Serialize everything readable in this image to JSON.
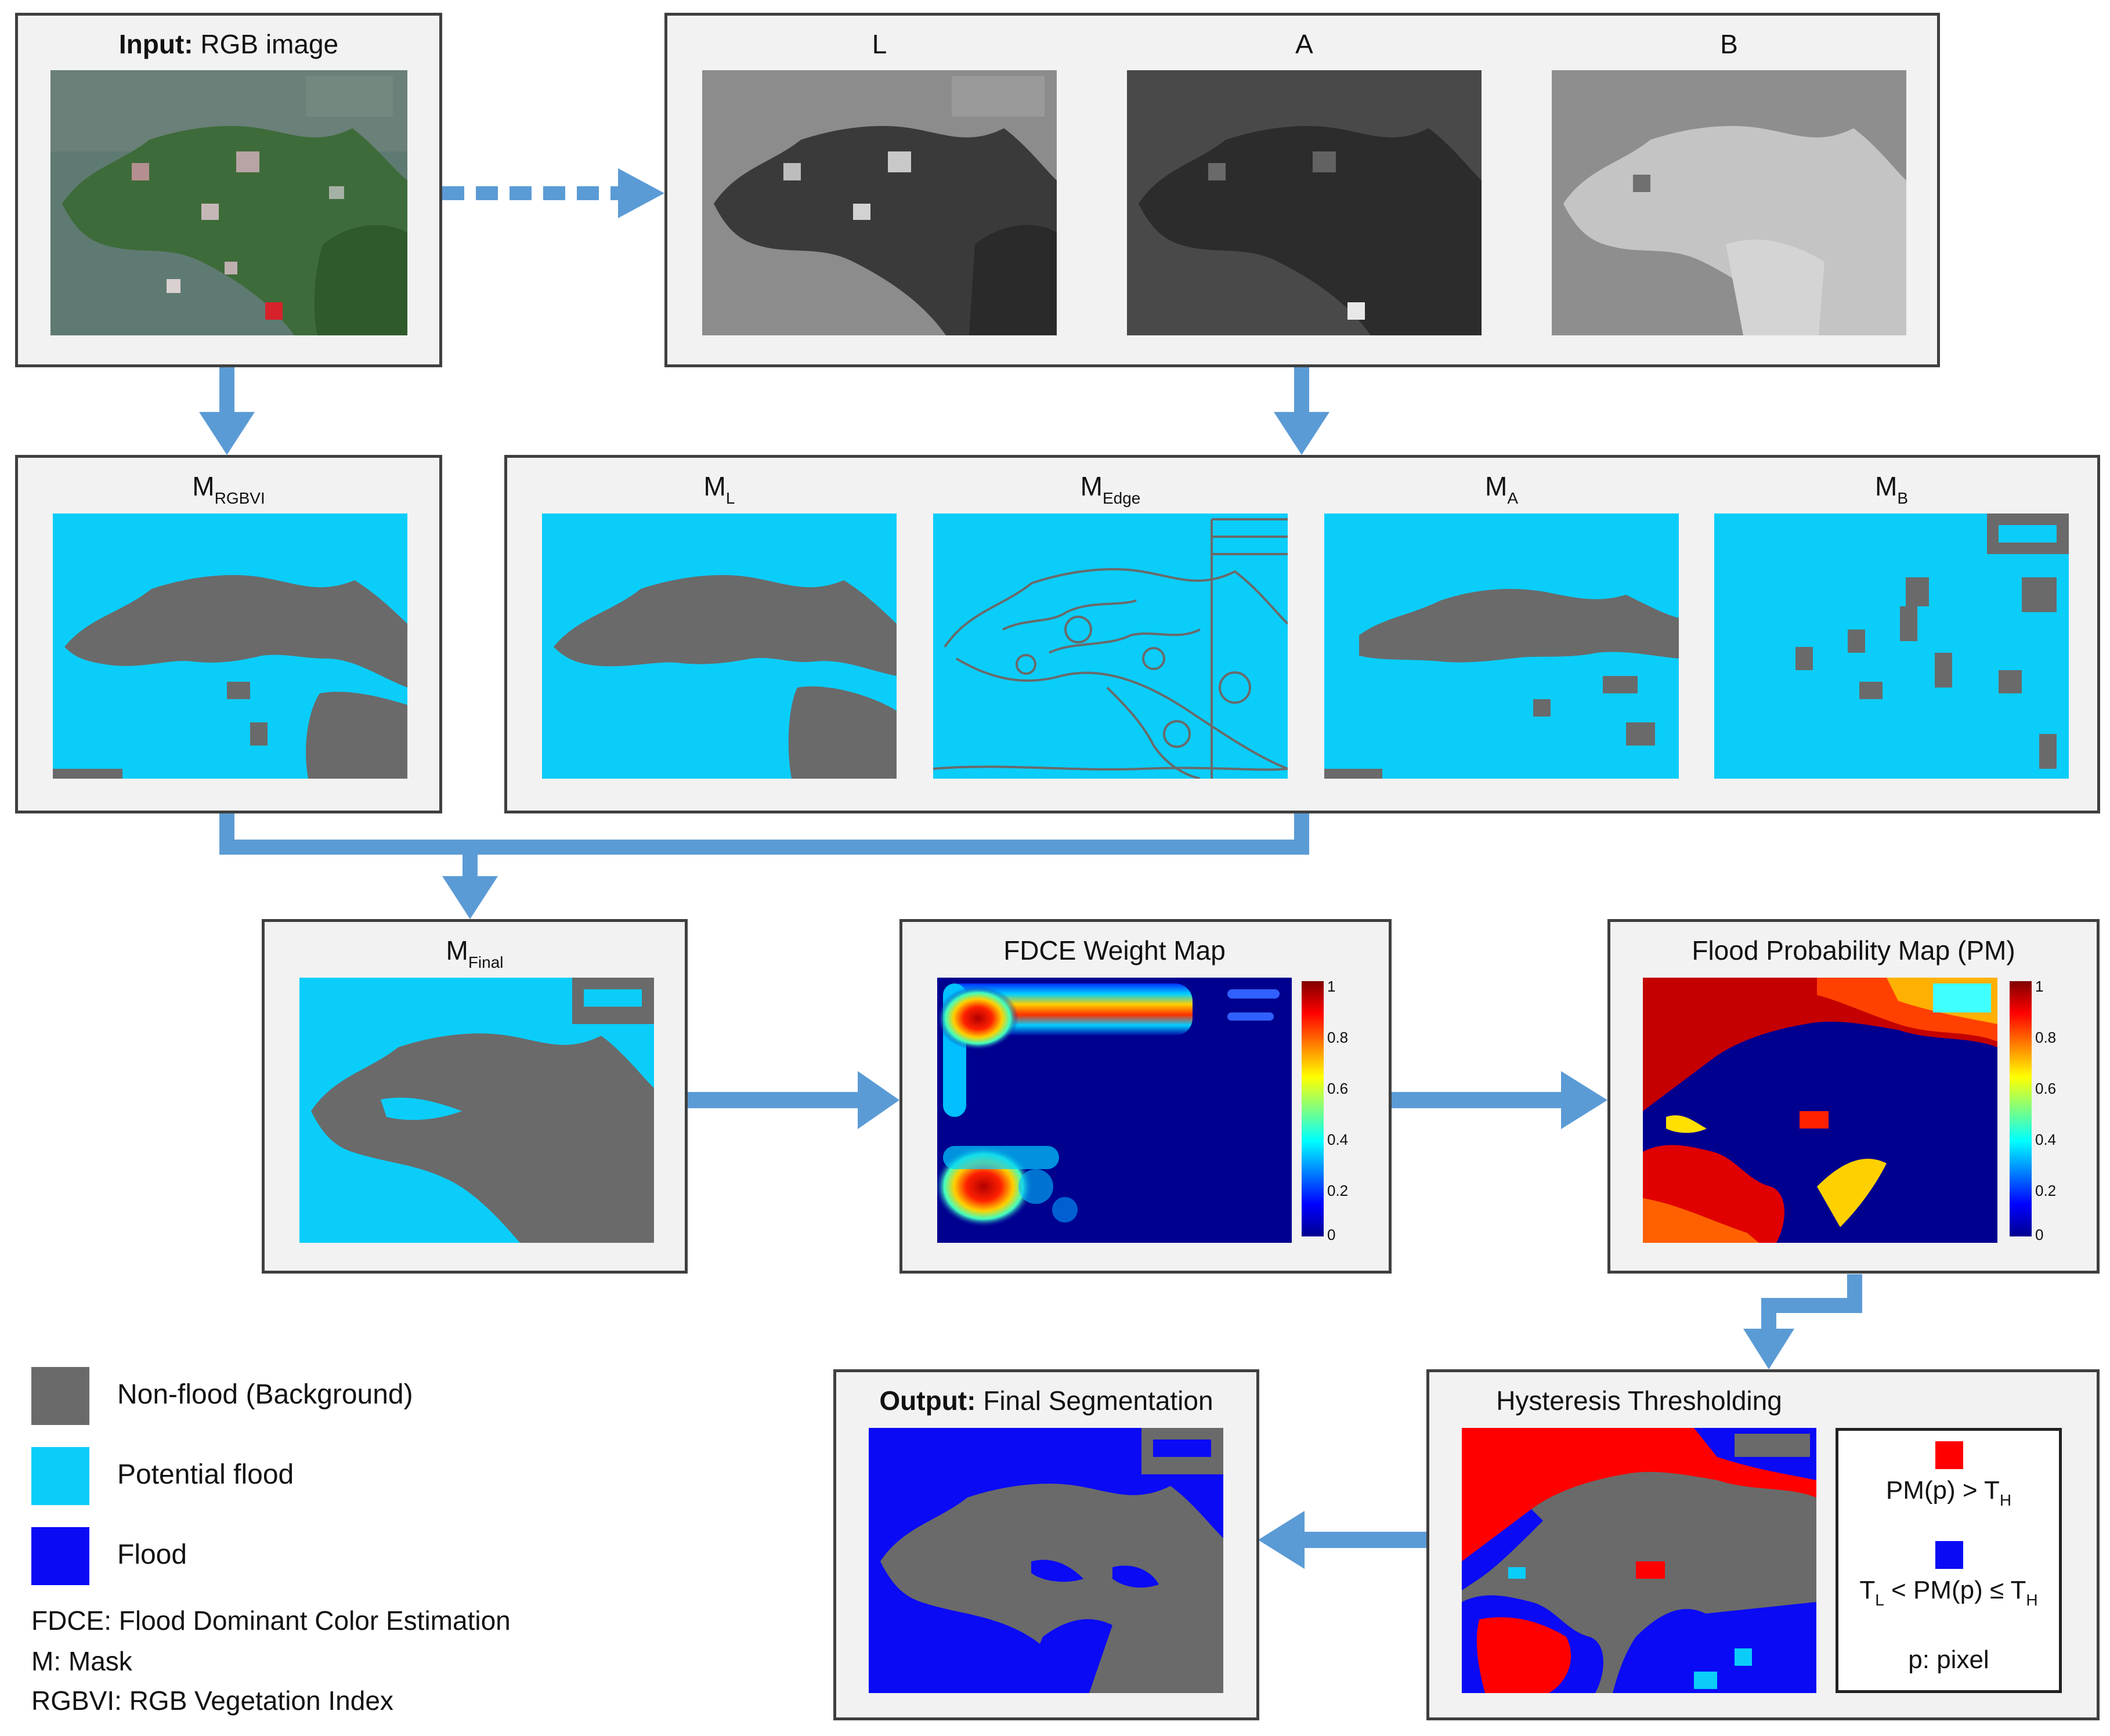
{
  "input_panel": {
    "title_bold": "Input:",
    "title_rest": "RGB image"
  },
  "lab_panel": {
    "labels": [
      "L",
      "A",
      "B"
    ]
  },
  "masks_panel": {
    "rgbvi": {
      "main": "M",
      "sub": "RGBVI"
    },
    "items": [
      {
        "main": "M",
        "sub": "L"
      },
      {
        "main": "M",
        "sub": "Edge"
      },
      {
        "main": "M",
        "sub": "A"
      },
      {
        "main": "M",
        "sub": "B"
      }
    ]
  },
  "final_panel": {
    "main": "M",
    "sub": "Final"
  },
  "fdce_panel": {
    "title": "FDCE Weight Map",
    "ticks": [
      "1",
      "0.8",
      "0.6",
      "0.4",
      "0.2",
      "0"
    ]
  },
  "pm_panel": {
    "title": "Flood Probability Map (PM)",
    "ticks": [
      "1",
      "0.8",
      "0.6",
      "0.4",
      "0.2",
      "0"
    ]
  },
  "hysteresis_panel": {
    "title": "Hysteresis Thresholding",
    "legend": {
      "high": {
        "pre": "PM(p) > T",
        "sub": "H"
      },
      "mid": {
        "t": "T",
        "tsub": "L",
        "mid": " < PM(p) ≤ T",
        "sub": "H"
      },
      "pixel": "p: pixel"
    }
  },
  "output_panel": {
    "title_bold": "Output:",
    "title_rest": "Final Segmentation"
  },
  "legend": {
    "items": [
      {
        "label": "Non-flood (Background)",
        "color": "#6a6a6a"
      },
      {
        "label": "Potential flood",
        "color": "#0bcdfa"
      },
      {
        "label": "Flood",
        "color": "#0a0af5"
      }
    ],
    "abbreviations": [
      "FDCE: Flood Dominant Color Estimation",
      "M: Mask",
      "RGBVI: RGB Vegetation Index"
    ]
  },
  "colors": {
    "arrow": "#5b9bd5",
    "panel_bg": "#f2f2f2",
    "panel_border": "#3f3f3f",
    "non_flood": "#6a6a6a",
    "potential_flood": "#0bcdfa",
    "flood": "#0a0af5",
    "high_red": "#ff0000"
  }
}
